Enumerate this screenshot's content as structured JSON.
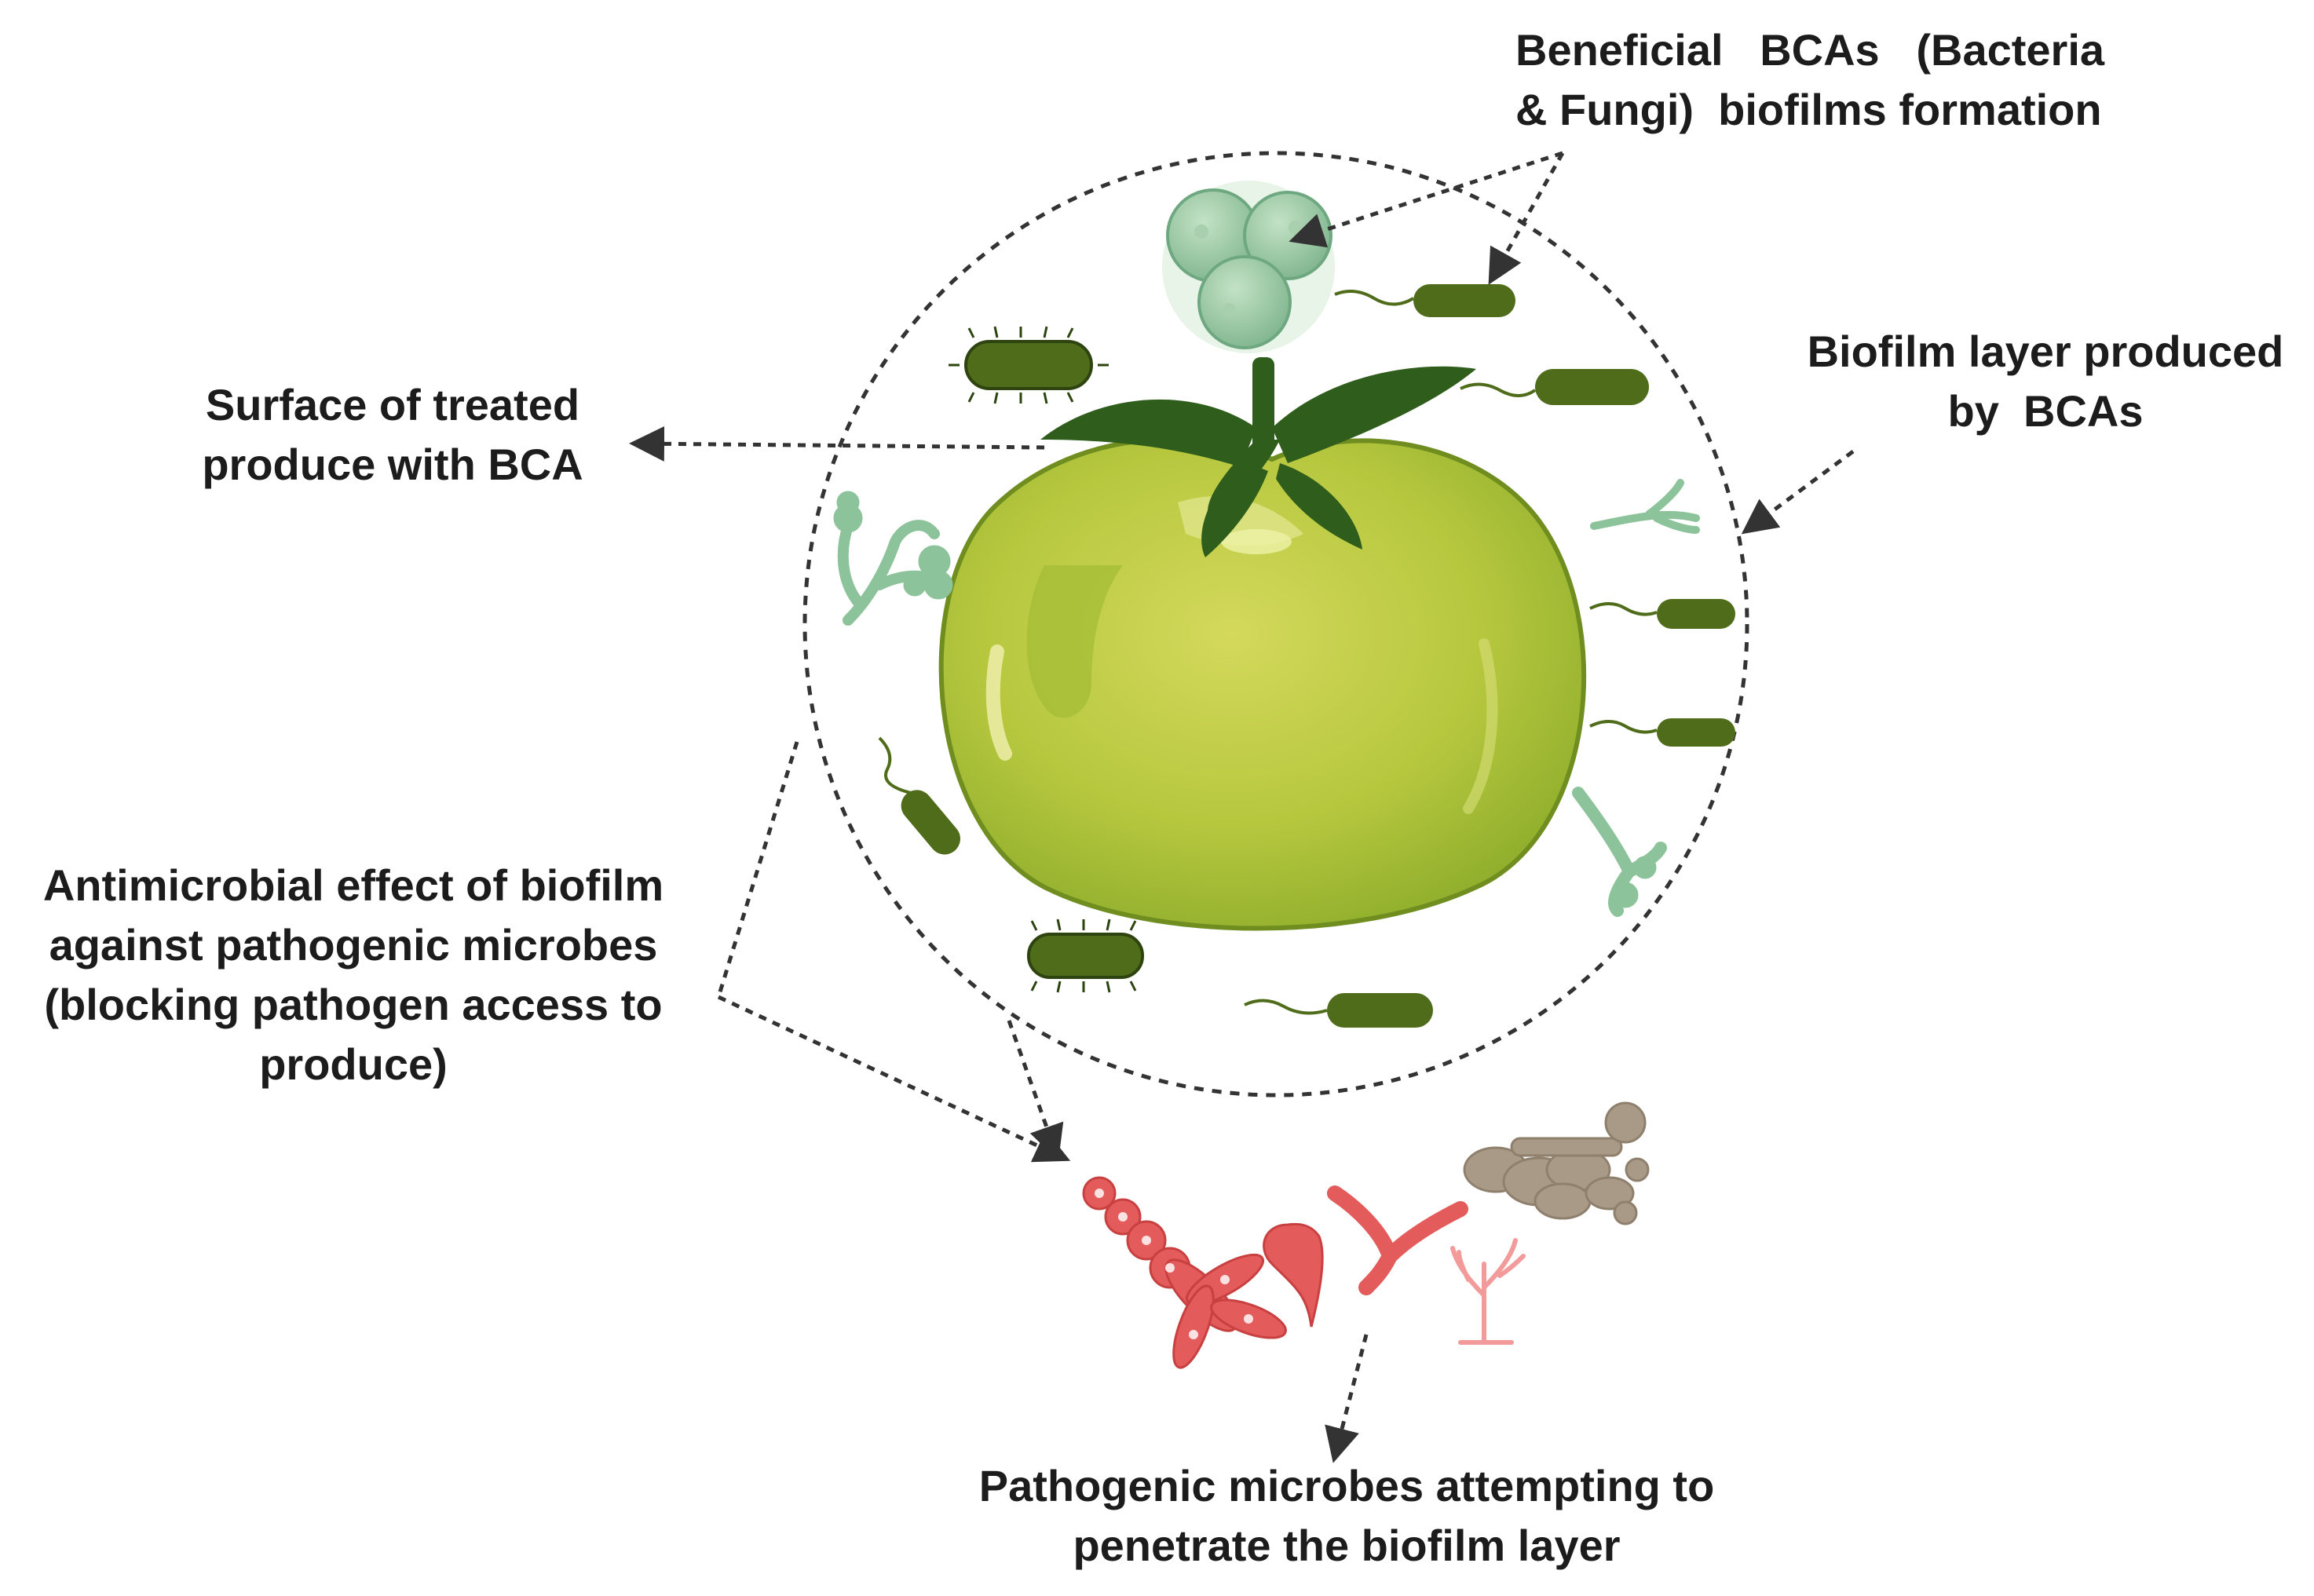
{
  "labels": {
    "beneficial_bcas": {
      "line1": "Beneficial   BCAs   (Bacteria",
      "line2": "& Fungi)  biofilms formation"
    },
    "biofilm_layer": {
      "line1": "Biofilm layer produced",
      "line2": "by  BCAs"
    },
    "treated_surface": {
      "line1": "Surface of treated",
      "line2": "produce with BCA"
    },
    "antimicrobial_effect": {
      "line1": "Antimicrobial effect of biofilm",
      "line2": "against pathogenic microbes",
      "line3": "(blocking pathogen access to",
      "line4": "produce)"
    },
    "pathogenic_microbes": {
      "line1": "Pathogenic microbes attempting to",
      "line2": "penetrate the biofilm layer"
    }
  },
  "colors": {
    "tomato_body": "#b9c940",
    "tomato_outline": "#6f8e1f",
    "leaf": "#2f5d1c",
    "bacteria": "#4f6c1a",
    "fungi_green": "#8cc39a",
    "pathogen_red": "#e45b5b",
    "pathogen_brown": "#a89a86",
    "arrow": "#333333"
  },
  "icons": {
    "produce": "tomato-icon",
    "beneficial_bacteria": "rod-bacterium-icon",
    "beneficial_fungi": "fungal-spore-cluster-icon",
    "pathogens": "pathogen-cluster-icon"
  }
}
